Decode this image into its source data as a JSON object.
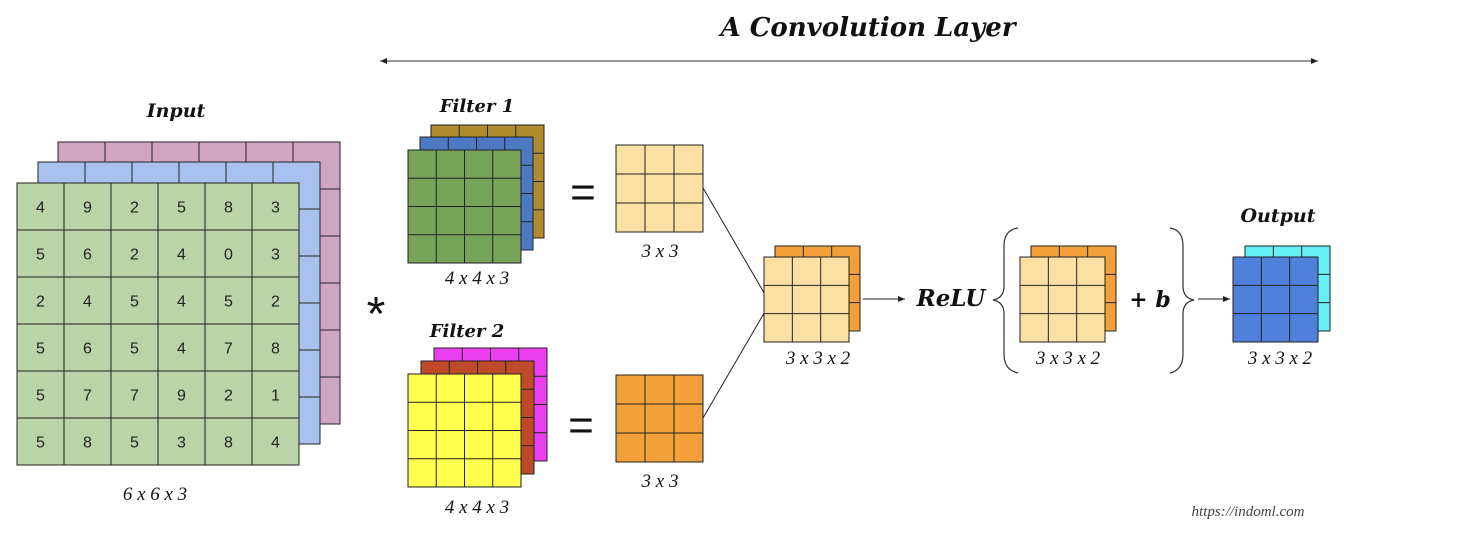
{
  "title": "A Convolution Layer",
  "input": {
    "label": "Input",
    "dims": "6 x 6 x 3",
    "matrix": [
      [
        "4",
        "9",
        "2",
        "5",
        "8",
        "3"
      ],
      [
        "5",
        "6",
        "2",
        "4",
        "0",
        "3"
      ],
      [
        "2",
        "4",
        "5",
        "4",
        "5",
        "2"
      ],
      [
        "5",
        "6",
        "5",
        "4",
        "7",
        "8"
      ],
      [
        "5",
        "7",
        "7",
        "9",
        "2",
        "1"
      ],
      [
        "5",
        "8",
        "5",
        "3",
        "8",
        "4"
      ]
    ],
    "colors": {
      "front": "#b8d4a8",
      "middle": "#a9c1ee",
      "back": "#cfa5c2"
    }
  },
  "operator": "*",
  "filter1": {
    "label": "Filter 1",
    "dims": "4 x 4 x 3",
    "colors": {
      "front": "#77a35a",
      "middle": "#4b79c4",
      "back": "#b08b2e"
    }
  },
  "filter2": {
    "label": "Filter 2",
    "dims": "4 x 4 x 3",
    "colors": {
      "front": "#ffff4d",
      "middle": "#bf4a2a",
      "back": "#ea3ff0"
    }
  },
  "equals": "=",
  "result1": {
    "dims": "3 x 3",
    "color": "#fbe0a3"
  },
  "result2": {
    "dims": "3 x 3",
    "color": "#f2a13a"
  },
  "stacked": {
    "dims": "3 x 3 x 2",
    "colors": {
      "front": "#fbe0a3",
      "back": "#f2a13a"
    }
  },
  "relu": "ReLU",
  "bias_stack": {
    "dims": "3 x 3 x 2"
  },
  "bias": "+ b",
  "output": {
    "label": "Output",
    "dims": "3 x 3 x 2",
    "colors": {
      "front": "#5080dc",
      "back": "#66f0f5"
    }
  },
  "source": "https://indoml.com"
}
